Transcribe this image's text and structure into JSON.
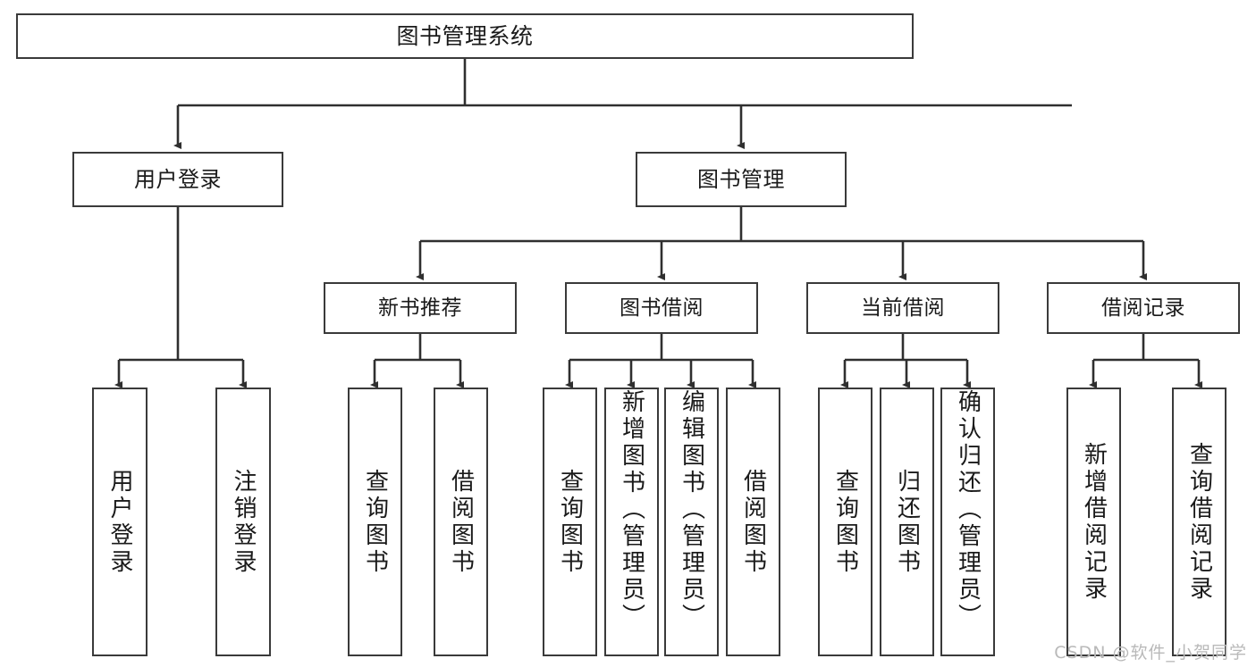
{
  "diagram": {
    "title": "图书管理系统",
    "type": "tree",
    "watermark": "CSDN @软件_小贺同学",
    "colors": {
      "box_border": "#3a3a3a",
      "box_fill": "#ffffff",
      "edge": "#2f2f2f",
      "text": "#1a1a1a",
      "watermark": "#b9b9b9",
      "background": "#ffffff"
    },
    "root": {
      "label": "图书管理系统"
    },
    "level2": [
      {
        "label": "用户登录"
      },
      {
        "label": "图书管理"
      }
    ],
    "level3": [
      {
        "label": "新书推荐"
      },
      {
        "label": "图书借阅"
      },
      {
        "label": "当前借阅"
      },
      {
        "label": "借阅记录"
      }
    ],
    "leaves": {
      "user_login": [
        {
          "label": "用户登录"
        },
        {
          "label": "注销登录"
        }
      ],
      "new_book_recommend": [
        {
          "label": "查询图书"
        },
        {
          "label": "借阅图书"
        }
      ],
      "book_borrow": [
        {
          "label": "查询图书"
        },
        {
          "label": "新增图书（管理员）"
        },
        {
          "label": "编辑图书（管理员）"
        },
        {
          "label": "借阅图书"
        }
      ],
      "current_borrow": [
        {
          "label": "查询图书"
        },
        {
          "label": "归还图书"
        },
        {
          "label": "确认归还（管理员）"
        }
      ],
      "borrow_record": [
        {
          "label": "新增借阅记录"
        },
        {
          "label": "查询借阅记录"
        }
      ]
    }
  }
}
